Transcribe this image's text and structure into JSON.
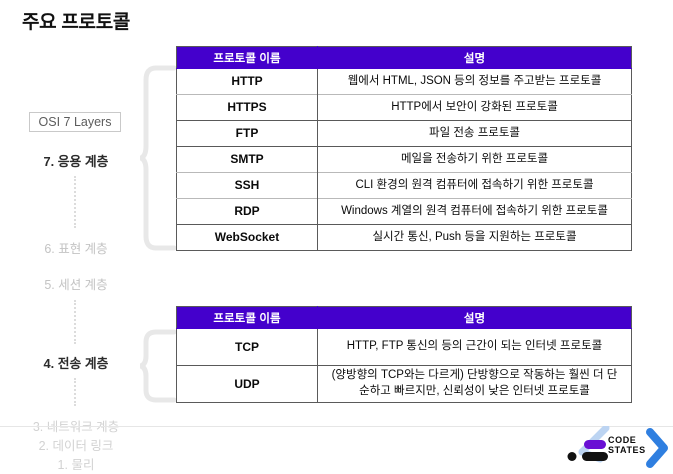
{
  "page": {
    "title": "주요 프로토콜"
  },
  "osi": {
    "chip_label": "OSI 7 Layers",
    "layers": [
      {
        "label": "7. 응용 계층",
        "state": "active"
      },
      {
        "label": "6. 표현 계층",
        "state": "dim"
      },
      {
        "label": "5. 세션 계층",
        "state": "dim"
      },
      {
        "label": "4. 전송 계층",
        "state": "active"
      },
      {
        "label": "3. 네트워크 계층",
        "state": "dim2"
      },
      {
        "label": "2. 데이터 링크",
        "state": "dim2"
      },
      {
        "label": "1. 물리",
        "state": "dim2"
      }
    ]
  },
  "tables": [
    {
      "id": "table-1",
      "headers": [
        "프로토콜 이름",
        "설명"
      ],
      "rows": [
        {
          "name": "HTTP",
          "desc": "웹에서 HTML, JSON 등의 정보를 주고받는 프로토콜"
        },
        {
          "name": "HTTPS",
          "desc": "HTTP에서 보안이 강화된 프로토콜"
        },
        {
          "name": "FTP",
          "desc": "파일 전송 프로토콜"
        },
        {
          "name": "SMTP",
          "desc": "메일을 전송하기 위한 프로토콜"
        },
        {
          "name": "SSH",
          "desc": "CLI 환경의 원격 컴퓨터에 접속하기 위한 프로토콜"
        },
        {
          "name": "RDP",
          "desc": "Windows 계열의 원격 컴퓨터에 접속하기 위한 프로토콜"
        },
        {
          "name": "WebSocket",
          "desc": "실시간 통신, Push 등을 지원하는 프로토콜"
        }
      ]
    },
    {
      "id": "table-2",
      "headers": [
        "프로토콜 이름",
        "설명"
      ],
      "rows": [
        {
          "name": "TCP",
          "desc": "HTTP, FTP 통신의 등의 근간이 되는 인터넷 프로토콜"
        },
        {
          "name": "UDP",
          "desc": "(양방향의 TCP와는 다르게) 단방향으로 작동하는 훨씬 더 단순하고 빠르지만, 신뢰성이 낮은 인터넷 프로토콜"
        }
      ]
    }
  ],
  "logo": {
    "line1": "CODE",
    "line2": "STATES",
    "colors": {
      "chevron": "#2f7fe0",
      "band": "#bcd4f2",
      "pill_purple": "#6a0fd4",
      "pill_black": "#111111"
    }
  },
  "colors": {
    "header_violet": "#4400CC",
    "table_border": "#5a5a5a",
    "row_border_light": "#b9b9b9",
    "muted_text": "#c3c3c3"
  }
}
